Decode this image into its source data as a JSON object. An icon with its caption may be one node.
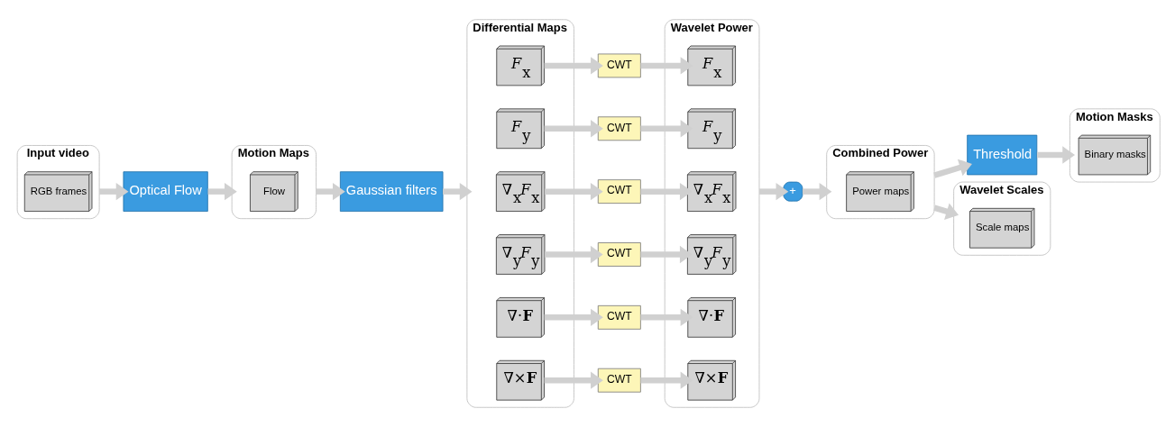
{
  "diagram": {
    "nodes": [
      {
        "text": [
          "Input video"
        ]
      },
      {
        "text": [
          "RGB frames"
        ],
        "in": 0
      },
      {
        "text": [
          "Optical Flow"
        ]
      },
      {
        "text": [
          "Motion Maps"
        ]
      },
      {
        "text": [
          "Flow"
        ],
        "in": 3
      },
      {
        "text": [
          "Gaussian filters"
        ]
      },
      {
        "text": [
          "Differential Maps"
        ]
      },
      {
        "text": [
          "*F*$_{x}$"
        ],
        "in": 6
      },
      {
        "text": [
          "*F*$_{y}$"
        ],
        "in": 6
      },
      {
        "text": [
          "∇$_{x}$*F*$_{x}$"
        ],
        "in": 6
      },
      {
        "text": [
          "∇$_{y}$*F*$_{y}$"
        ],
        "in": 6
      },
      {
        "text": [
          "∇·**F**"
        ],
        "in": 6
      },
      {
        "text": [
          "∇×**F**"
        ],
        "in": 6
      },
      {
        "text": [
          "CWT"
        ]
      },
      {
        "text": [
          "CWT"
        ]
      },
      {
        "text": [
          "CWT"
        ]
      },
      {
        "text": [
          "CWT"
        ]
      },
      {
        "text": [
          "CWT"
        ]
      },
      {
        "text": [
          "CWT"
        ]
      },
      {
        "text": [
          "Wavelet Power"
        ]
      },
      {
        "text": [
          "*F*$_{x}$"
        ],
        "in": 19
      },
      {
        "text": [
          "*F*$_{y}$"
        ],
        "in": 19
      },
      {
        "text": [
          "∇$_{x}$*F*$_{x}$"
        ],
        "in": 19
      },
      {
        "text": [
          "∇$_{y}$*F*$_{y}$"
        ],
        "in": 19
      },
      {
        "text": [
          "∇·**F**"
        ],
        "in": 19
      },
      {
        "text": [
          "∇×**F**"
        ],
        "in": 19
      },
      {
        "text": [
          "+"
        ]
      },
      {
        "text": [
          "Combined Power"
        ]
      },
      {
        "text": [
          "Power maps"
        ],
        "in": 27
      },
      {
        "text": [
          "Threshold"
        ]
      },
      {
        "text": [
          "Motion Masks"
        ]
      },
      {
        "text": [
          "Binary masks"
        ],
        "in": 30
      },
      {
        "text": [
          "Wavelet Scales"
        ]
      },
      {
        "text": [
          "Scale maps"
        ],
        "in": 32
      }
    ],
    "edges": [
      {
        "from": 0,
        "to": 2,
        "arrow": "to"
      },
      {
        "from": 2,
        "to": 3,
        "arrow": "to"
      },
      {
        "from": 3,
        "to": 5,
        "arrow": "to"
      },
      {
        "from": 5,
        "to": 6,
        "arrow": "to"
      },
      {
        "from": 7,
        "to": 13,
        "arrow": "to"
      },
      {
        "from": 13,
        "to": 20,
        "arrow": "to"
      },
      {
        "from": 8,
        "to": 14,
        "arrow": "to"
      },
      {
        "from": 14,
        "to": 21,
        "arrow": "to"
      },
      {
        "from": 9,
        "to": 15,
        "arrow": "to"
      },
      {
        "from": 15,
        "to": 22,
        "arrow": "to"
      },
      {
        "from": 10,
        "to": 16,
        "arrow": "to"
      },
      {
        "from": 16,
        "to": 23,
        "arrow": "to"
      },
      {
        "from": 11,
        "to": 17,
        "arrow": "to"
      },
      {
        "from": 17,
        "to": 24,
        "arrow": "to"
      },
      {
        "from": 12,
        "to": 18,
        "arrow": "to"
      },
      {
        "from": 18,
        "to": 25,
        "arrow": "to"
      },
      {
        "from": 19,
        "to": 26,
        "arrow": "to"
      },
      {
        "from": 26,
        "to": 27,
        "arrow": "to"
      },
      {
        "from": 27,
        "to": 29,
        "arrow": "to"
      },
      {
        "from": 29,
        "to": 30,
        "arrow": "to"
      },
      {
        "from": 27,
        "to": 32,
        "arrow": "to"
      }
    ]
  }
}
